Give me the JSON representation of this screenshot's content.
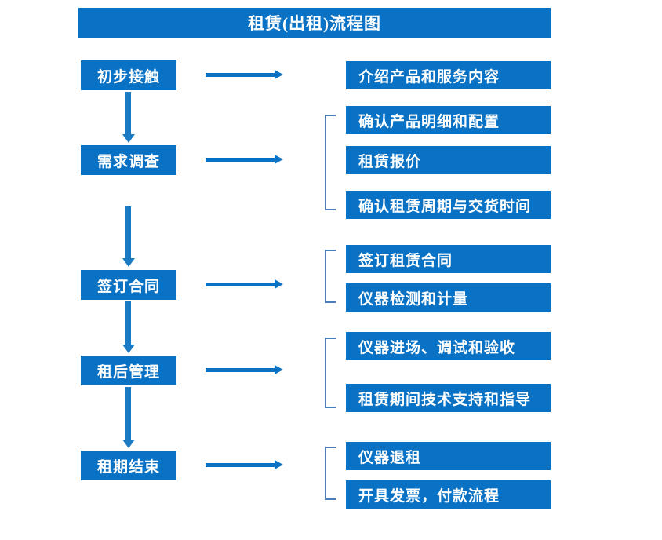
{
  "colors": {
    "box_fill": "#0a72c4",
    "box_text": "#ffffff",
    "arrow": "#0a72c4",
    "vertical_arrow": "#1b7ac4",
    "bracket": "#4a7ebb",
    "background": "#ffffff"
  },
  "header": {
    "title": "租赁(出租)流程图"
  },
  "stages": [
    {
      "label": "初步接触"
    },
    {
      "label": "需求调查"
    },
    {
      "label": "签订合同"
    },
    {
      "label": "租后管理"
    },
    {
      "label": "租期结束"
    }
  ],
  "details": [
    {
      "label": "介绍产品和服务内容"
    },
    {
      "label": "确认产品明细和配置"
    },
    {
      "label": "租赁报价"
    },
    {
      "label": "确认租赁周期与交货时间"
    },
    {
      "label": "签订租赁合同"
    },
    {
      "label": "仪器检测和计量"
    },
    {
      "label": "仪器进场、调试和验收"
    },
    {
      "label": "租赁期间技术支持和指导"
    },
    {
      "label": "仪器退租"
    },
    {
      "label": "开具发票，付款流程"
    }
  ],
  "connectors": {
    "horizontal_arrow_count": 5,
    "vertical_arrow_count": 4,
    "bracket_count": 4
  }
}
